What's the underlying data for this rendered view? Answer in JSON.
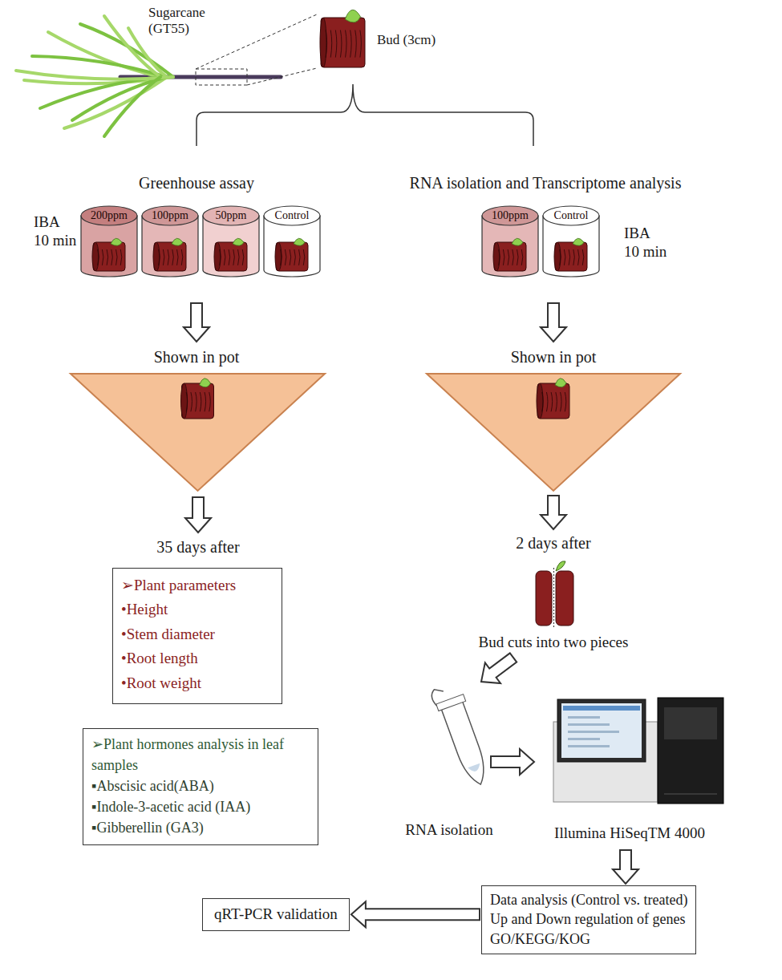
{
  "diagram": {
    "nodes": [
      {
        "text": [
          "200ppm"
        ]
      },
      {
        "text": [
          "100ppm"
        ]
      },
      {
        "text": [
          "50ppm"
        ]
      },
      {
        "text": [
          "Control"
        ]
      },
      {
        "text": [
          "100ppm"
        ]
      },
      {
        "text": [
          "Control"
        ]
      },
      {
        "text": [
          "➢Plant parameters",
          "•Height",
          "•Stem diameter",
          "•Root length",
          "•Root weight"
        ]
      },
      {
        "text": [
          "➢Plant hormones analysis in leaf samples",
          "▪Abscisic acid(ABA)",
          "▪Indole-3-acetic acid (IAA)",
          "▪Gibberellin (GA3)"
        ]
      },
      {
        "text": [
          "Data analysis (Control vs. treated)",
          "Up and Down regulation of genes",
          "GO/KEGG/KOG"
        ]
      },
      {
        "text": [
          "qRT-PCR validation"
        ]
      }
    ],
    "edges": [
      {
        "from": 8,
        "to": 9,
        "arrow": "to"
      }
    ],
    "labels": [
      "Sugarcane (GT55)",
      "Bud (3cm)",
      "Greenhouse assay",
      "RNA isolation and Transcriptome analysis",
      "IBA 10 min",
      "IBA 10 min",
      "Shown in pot",
      "Shown in pot",
      "35 days after",
      "2 days after",
      "Bud cuts into two pieces",
      "RNA isolation",
      "Illumina HiSeqTM 4000"
    ]
  }
}
